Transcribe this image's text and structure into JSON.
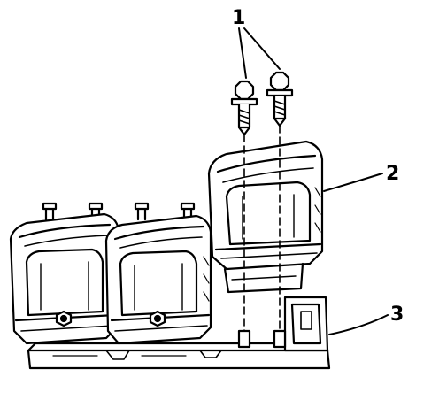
{
  "diagram": {
    "callouts": [
      {
        "id": "1",
        "label": "1",
        "refers_to": "coil-mounting-bolts"
      },
      {
        "id": "2",
        "label": "2",
        "refers_to": "ignition-coil"
      },
      {
        "id": "3",
        "label": "3",
        "refers_to": "coil-bracket-plate"
      }
    ],
    "colors": {
      "ink": "#000000",
      "paper": "#ffffff"
    },
    "parts": {
      "bolt_count": 2,
      "coil_count": 3
    }
  }
}
